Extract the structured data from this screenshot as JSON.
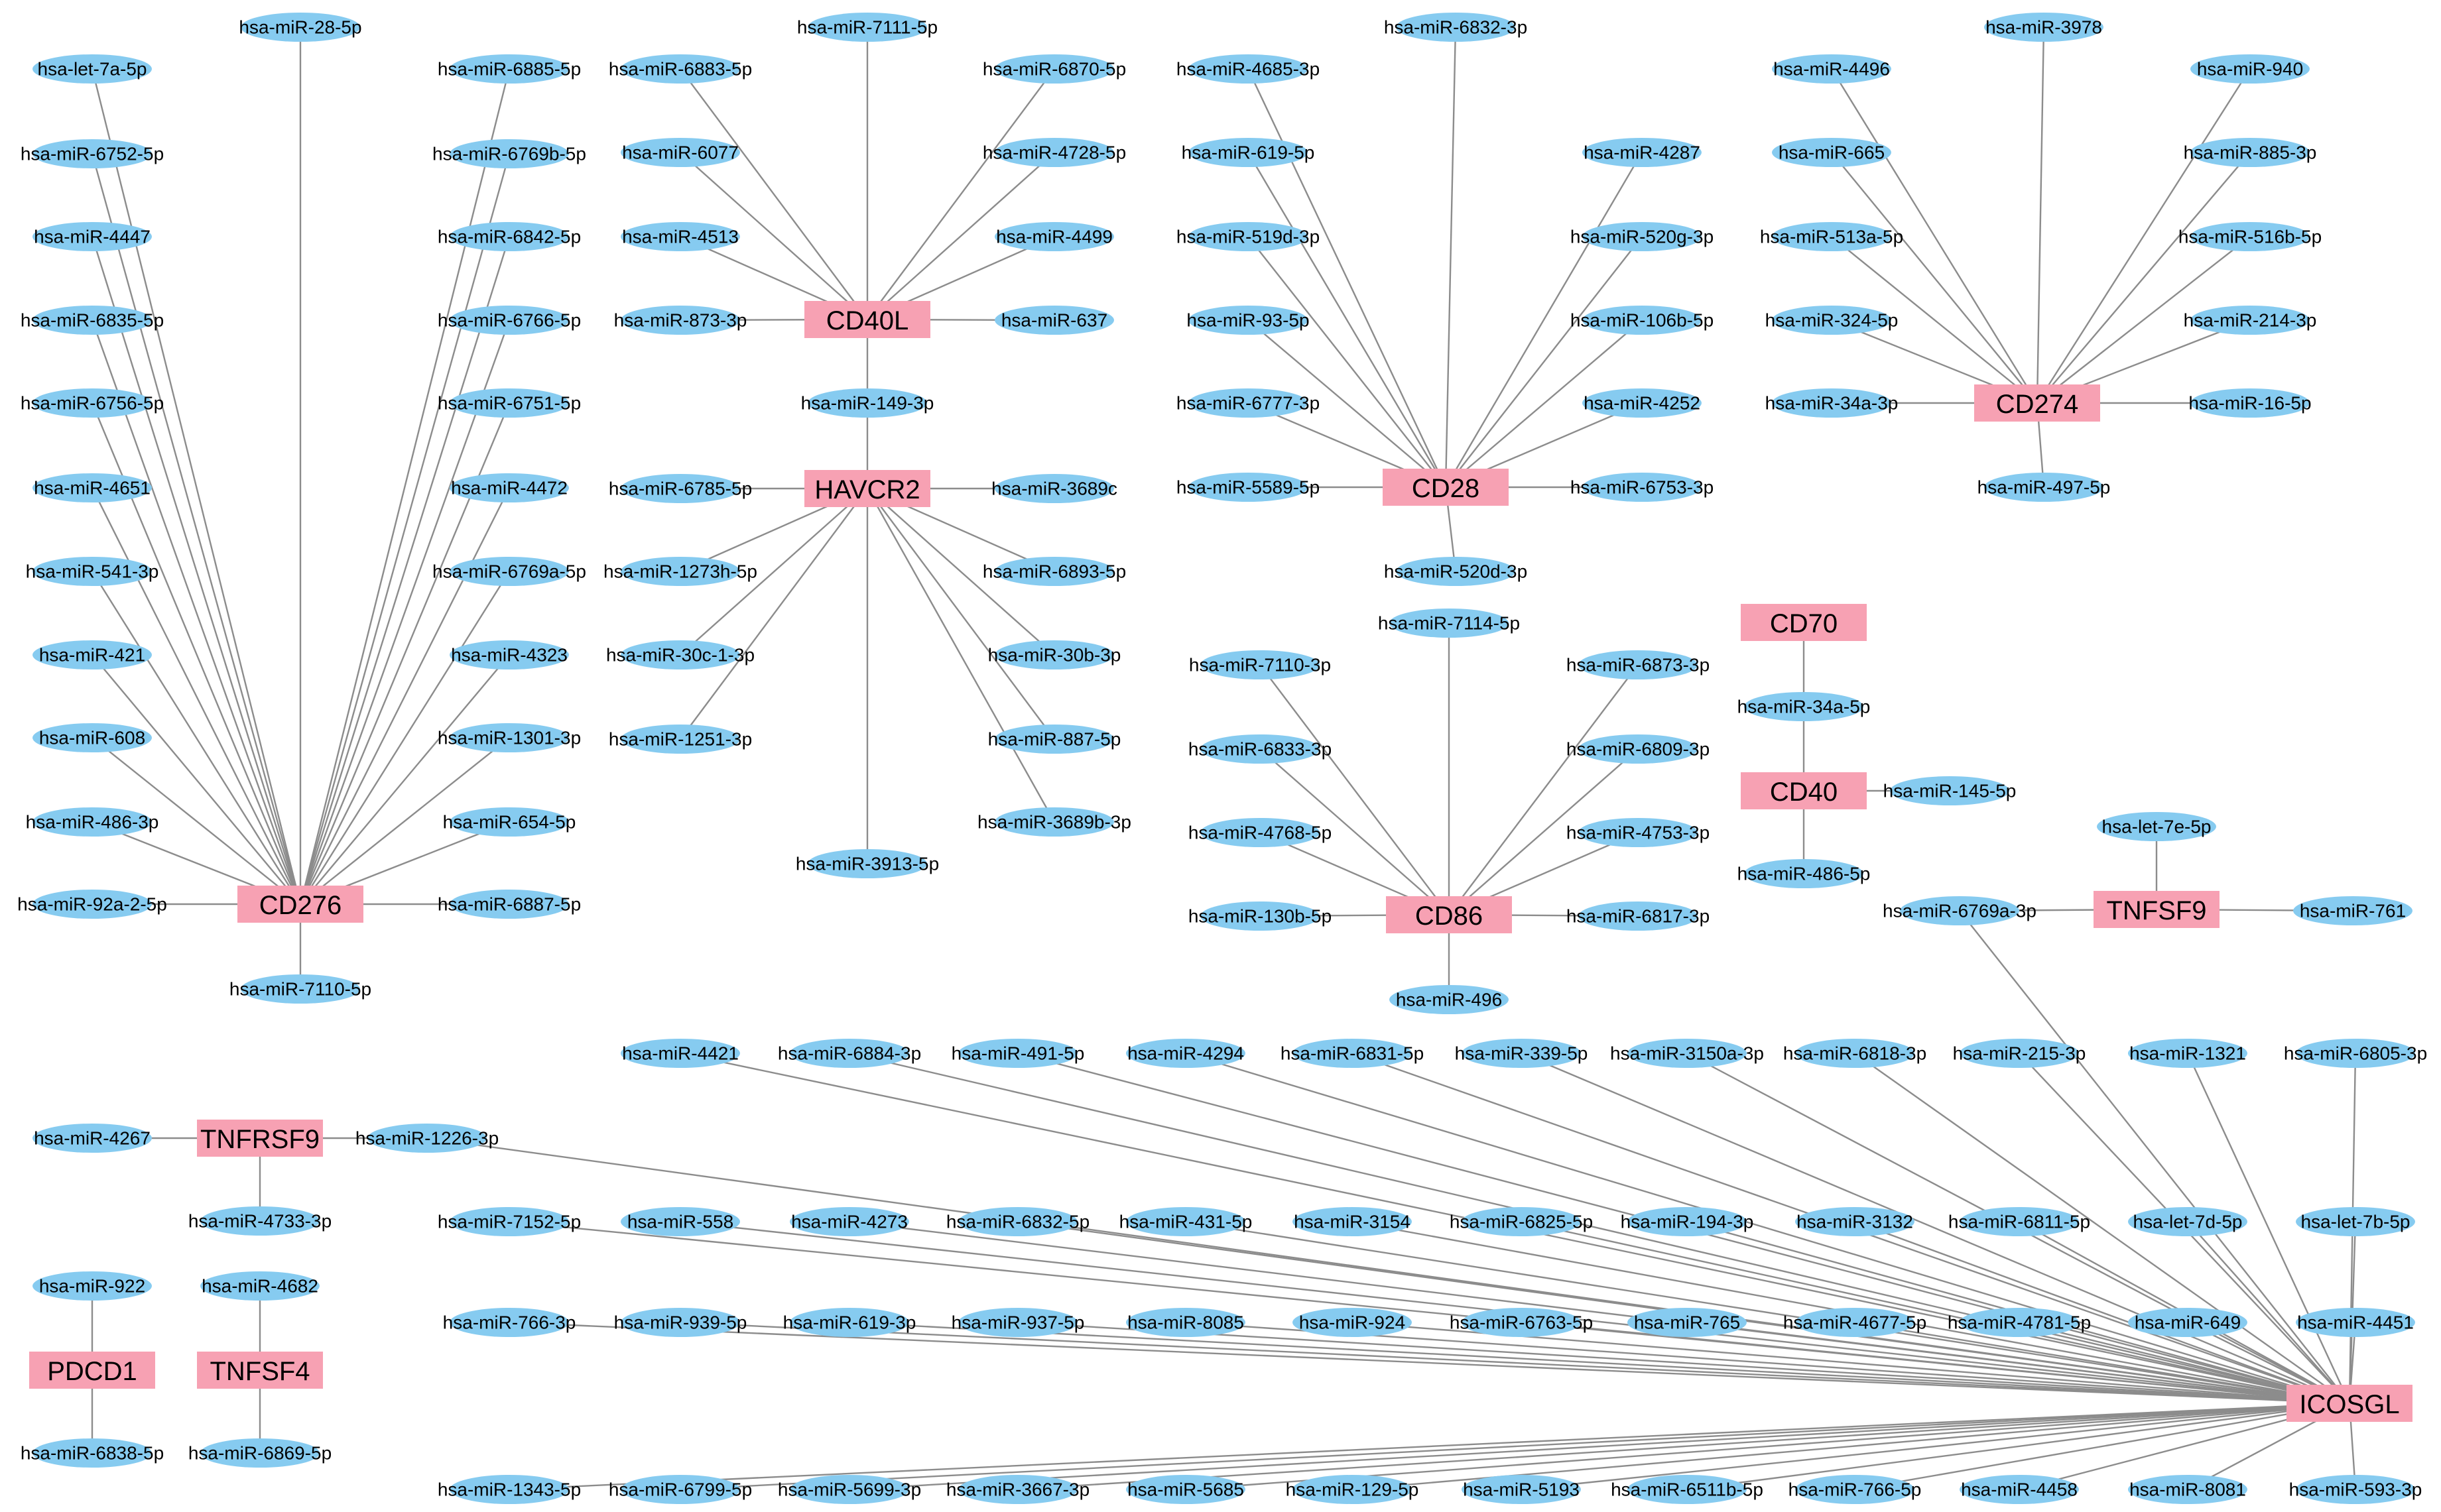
{
  "colors": {
    "mirna_fill": "#86cbf0",
    "gene_fill": "#f7a1b3",
    "edge": "#8c8c8c",
    "text": "#000000",
    "background": "#ffffff"
  },
  "genes": [
    "CD276",
    "CD40L",
    "HAVCR2",
    "CD28",
    "CD274",
    "CD86",
    "CD70",
    "CD40",
    "TNFSF9",
    "TNFRSF9",
    "PDCD1",
    "TNFSF4",
    "ICOSGL"
  ],
  "interactions": {
    "CD276": [
      "hsa-miR-28-5p",
      "hsa-let-7a-5p",
      "hsa-miR-6752-5p",
      "hsa-miR-4447",
      "hsa-miR-6835-5p",
      "hsa-miR-6756-5p",
      "hsa-miR-4651",
      "hsa-miR-541-3p",
      "hsa-miR-421",
      "hsa-miR-608",
      "hsa-miR-486-3p",
      "hsa-miR-92a-2-5p",
      "hsa-miR-7110-5p",
      "hsa-miR-6885-5p",
      "hsa-miR-6769b-5p",
      "hsa-miR-6842-5p",
      "hsa-miR-6766-5p",
      "hsa-miR-6751-5p",
      "hsa-miR-4472",
      "hsa-miR-6769a-5p",
      "hsa-miR-4323",
      "hsa-miR-1301-3p",
      "hsa-miR-654-5p",
      "hsa-miR-6887-5p"
    ],
    "CD40L": [
      "hsa-miR-7111-5p",
      "hsa-miR-6883-5p",
      "hsa-miR-6077",
      "hsa-miR-4513",
      "hsa-miR-873-3p",
      "hsa-miR-6870-5p",
      "hsa-miR-4728-5p",
      "hsa-miR-4499",
      "hsa-miR-637",
      "hsa-miR-149-3p"
    ],
    "HAVCR2": [
      "hsa-miR-149-3p",
      "hsa-miR-6785-5p",
      "hsa-miR-3689c",
      "hsa-miR-1273h-5p",
      "hsa-miR-30c-1-3p",
      "hsa-miR-1251-3p",
      "hsa-miR-6893-5p",
      "hsa-miR-30b-3p",
      "hsa-miR-887-5p",
      "hsa-miR-3689b-3p",
      "hsa-miR-3913-5p"
    ],
    "CD28": [
      "hsa-miR-6832-3p",
      "hsa-miR-4685-3p",
      "hsa-miR-619-5p",
      "hsa-miR-519d-3p",
      "hsa-miR-93-5p",
      "hsa-miR-6777-3p",
      "hsa-miR-5589-5p",
      "hsa-miR-4287",
      "hsa-miR-520g-3p",
      "hsa-miR-106b-5p",
      "hsa-miR-4252",
      "hsa-miR-6753-3p",
      "hsa-miR-520d-3p"
    ],
    "CD274": [
      "hsa-miR-3978",
      "hsa-miR-4496",
      "hsa-miR-665",
      "hsa-miR-513a-5p",
      "hsa-miR-324-5p",
      "hsa-miR-34a-3p",
      "hsa-miR-940",
      "hsa-miR-885-3p",
      "hsa-miR-516b-5p",
      "hsa-miR-214-3p",
      "hsa-miR-16-5p",
      "hsa-miR-497-5p"
    ],
    "CD86": [
      "hsa-miR-7114-5p",
      "hsa-miR-7110-3p",
      "hsa-miR-6833-3p",
      "hsa-miR-4768-5p",
      "hsa-miR-130b-5p",
      "hsa-miR-6873-3p",
      "hsa-miR-6809-3p",
      "hsa-miR-4753-3p",
      "hsa-miR-6817-3p",
      "hsa-miR-496"
    ],
    "CD70": [
      "hsa-miR-34a-5p"
    ],
    "CD40": [
      "hsa-miR-34a-5p",
      "hsa-miR-145-5p",
      "hsa-miR-486-5p"
    ],
    "TNFSF9": [
      "hsa-let-7e-5p",
      "hsa-miR-6769a-3p",
      "hsa-miR-761"
    ],
    "TNFRSF9": [
      "hsa-miR-4267",
      "hsa-miR-1226-3p",
      "hsa-miR-4733-3p"
    ],
    "PDCD1": [
      "hsa-miR-922",
      "hsa-miR-6838-5p"
    ],
    "TNFSF4": [
      "hsa-miR-4682",
      "hsa-miR-6869-5p"
    ],
    "ICOSGL": [
      "hsa-miR-4421",
      "hsa-miR-6884-3p",
      "hsa-miR-491-5p",
      "hsa-miR-4294",
      "hsa-miR-6831-5p",
      "hsa-miR-339-5p",
      "hsa-miR-3150a-3p",
      "hsa-miR-6818-3p",
      "hsa-miR-215-3p",
      "hsa-miR-1321",
      "hsa-miR-6805-3p",
      "hsa-miR-1226-3p",
      "hsa-miR-7152-5p",
      "hsa-miR-558",
      "hsa-miR-4273",
      "hsa-miR-6832-5p",
      "hsa-miR-431-5p",
      "hsa-miR-3154",
      "hsa-miR-6825-5p",
      "hsa-miR-194-3p",
      "hsa-miR-3132",
      "hsa-miR-6811-5p",
      "hsa-let-7d-5p",
      "hsa-let-7b-5p",
      "hsa-miR-6769a-3p",
      "hsa-miR-766-3p",
      "hsa-miR-939-5p",
      "hsa-miR-619-3p",
      "hsa-miR-937-5p",
      "hsa-miR-8085",
      "hsa-miR-924",
      "hsa-miR-6763-5p",
      "hsa-miR-765",
      "hsa-miR-4677-5p",
      "hsa-miR-4781-5p",
      "hsa-miR-649",
      "hsa-miR-4451",
      "hsa-miR-1343-5p",
      "hsa-miR-6799-5p",
      "hsa-miR-5699-3p",
      "hsa-miR-3667-3p",
      "hsa-miR-5685",
      "hsa-miR-129-5p",
      "hsa-miR-5193",
      "hsa-miR-6511b-5p",
      "hsa-miR-766-5p",
      "hsa-miR-4458",
      "hsa-miR-8081",
      "hsa-miR-593-3p"
    ]
  }
}
